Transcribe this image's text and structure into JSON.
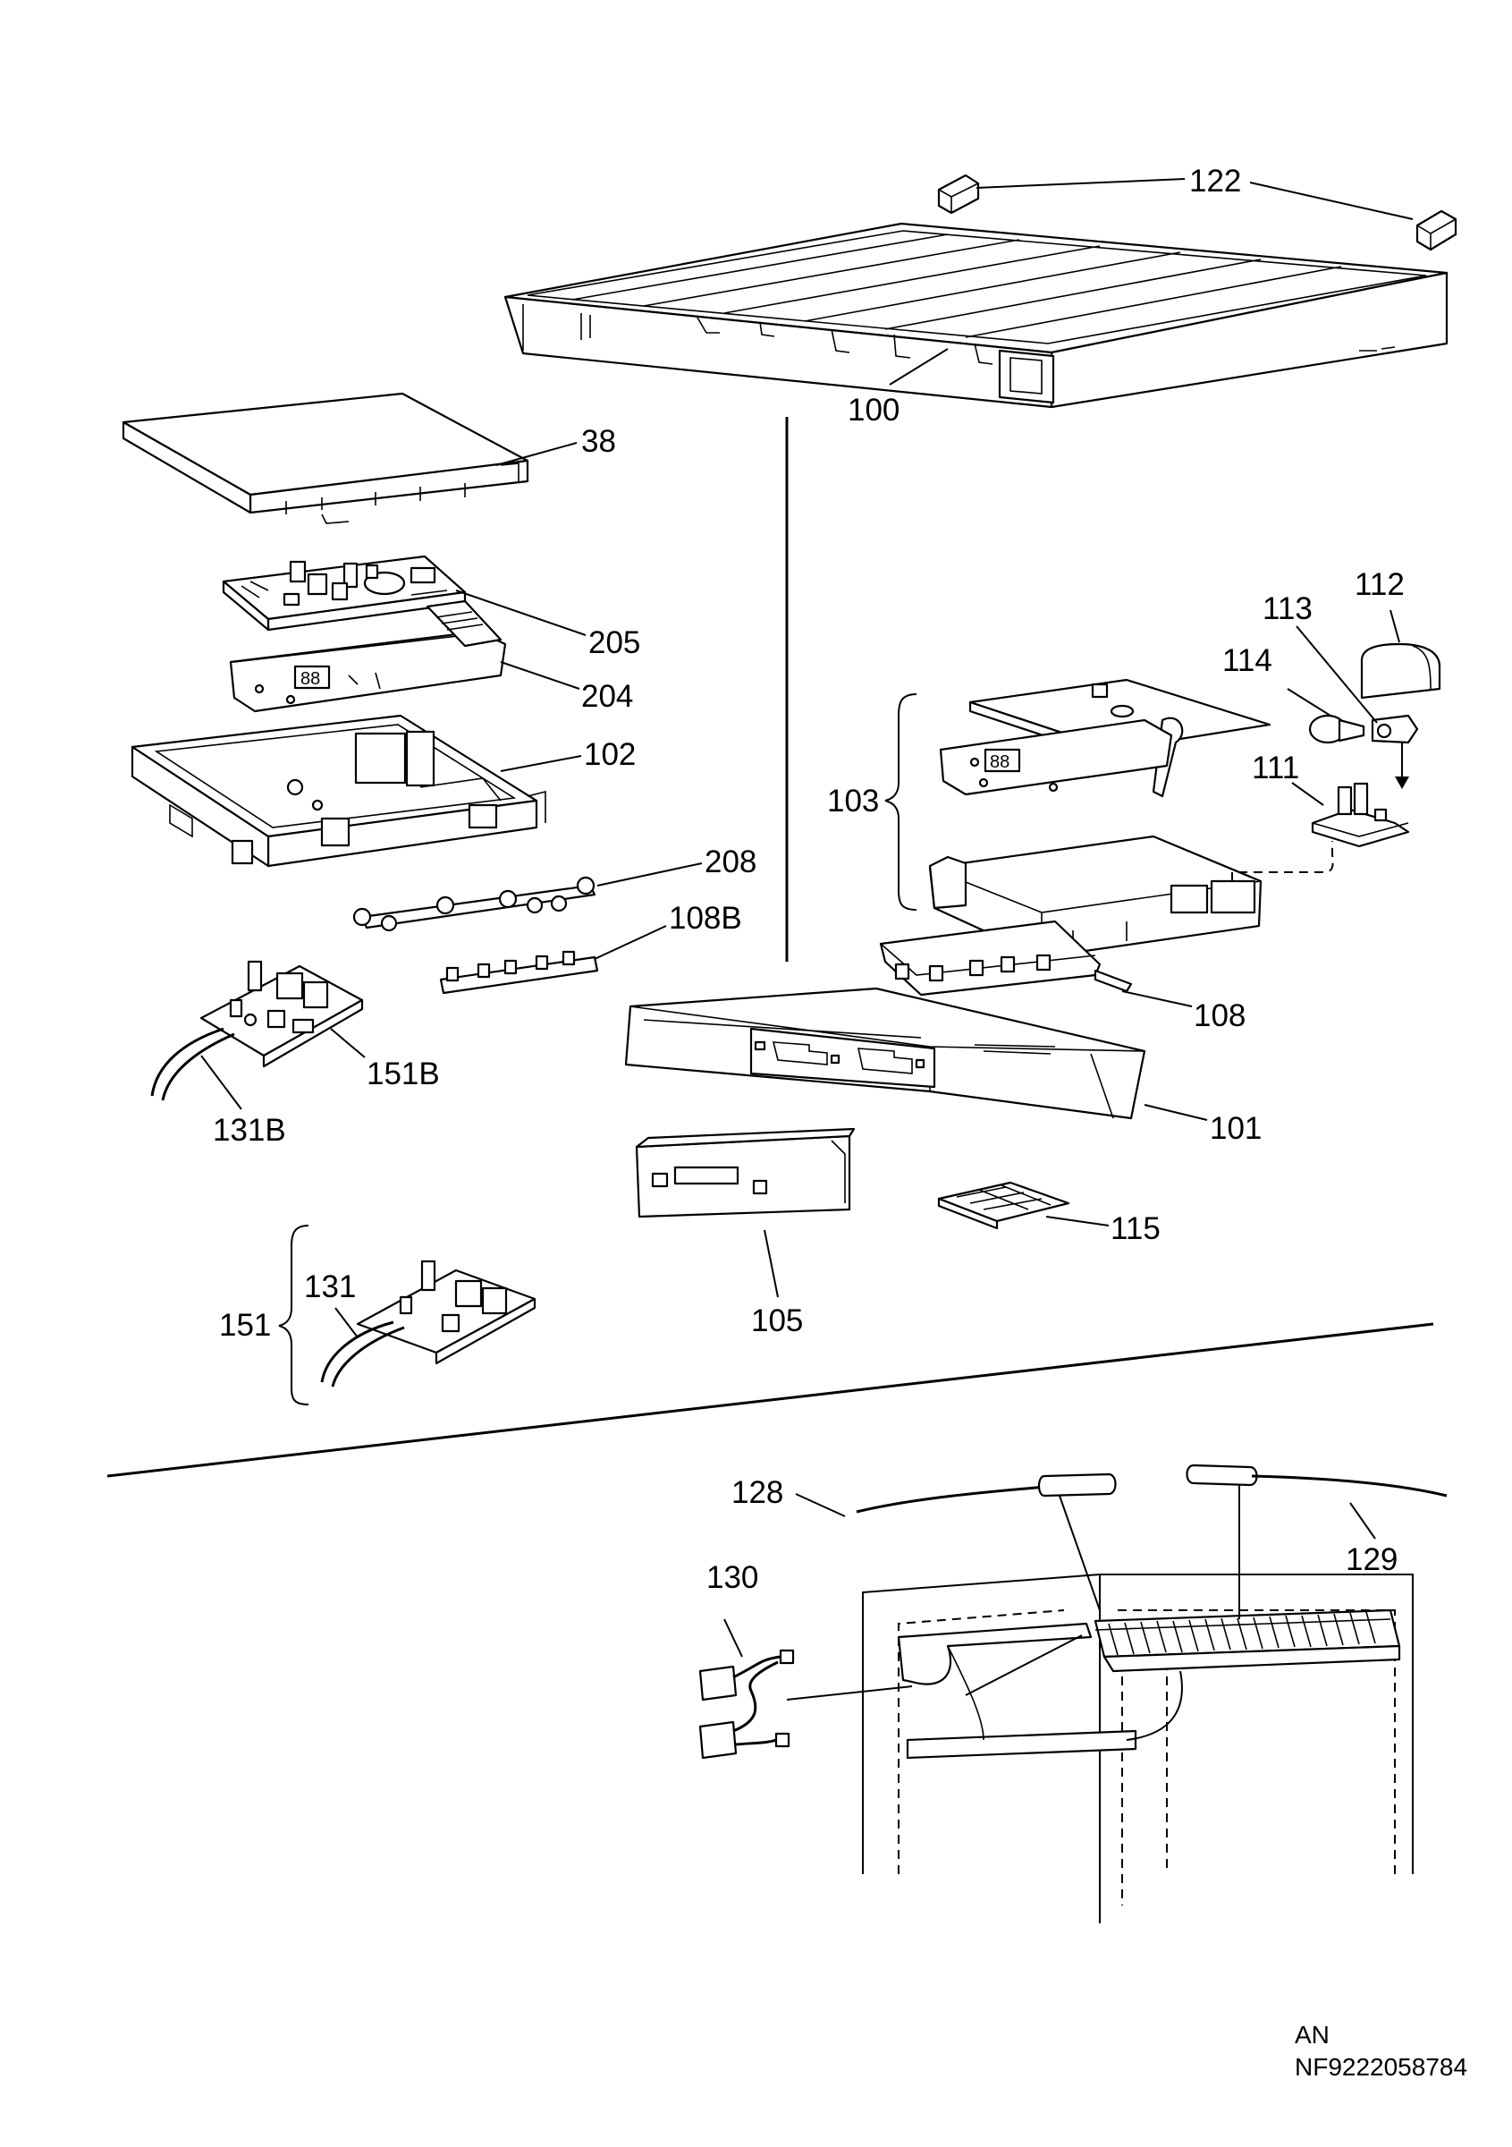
{
  "labels": {
    "p122": "122",
    "p100": "100",
    "p38": "38",
    "p205": "205",
    "p204": "204",
    "p102": "102",
    "p208": "208",
    "p108B": "108B",
    "p151B": "151B",
    "p131B": "131B",
    "p112": "112",
    "p113": "113",
    "p114": "114",
    "p111": "111",
    "p103": "103",
    "p108": "108",
    "p101": "101",
    "p115": "115",
    "p105": "105",
    "p131": "131",
    "p151": "151",
    "p128": "128",
    "p129": "129",
    "p130": "130"
  },
  "footer": {
    "variant": "AN",
    "code": "NF9222058784"
  }
}
